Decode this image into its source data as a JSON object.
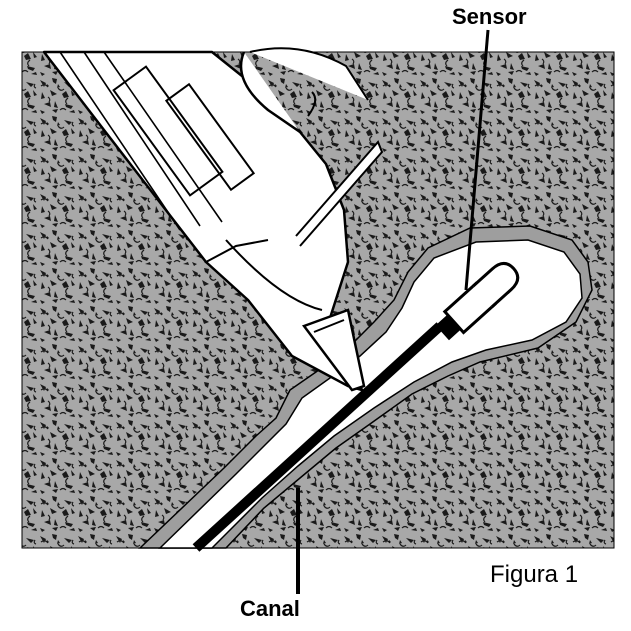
{
  "labels": {
    "sensor": "Sensor",
    "canal": "Canal",
    "figure": "Figura 1"
  },
  "colors": {
    "background": "#ffffff",
    "stone": "#a8a8a8",
    "stone_speckle": "#1a1a1a",
    "outline": "#000000"
  },
  "icons": {
    "gun": "caulking-gun-icon",
    "sensor": "sensor-probe-icon"
  }
}
